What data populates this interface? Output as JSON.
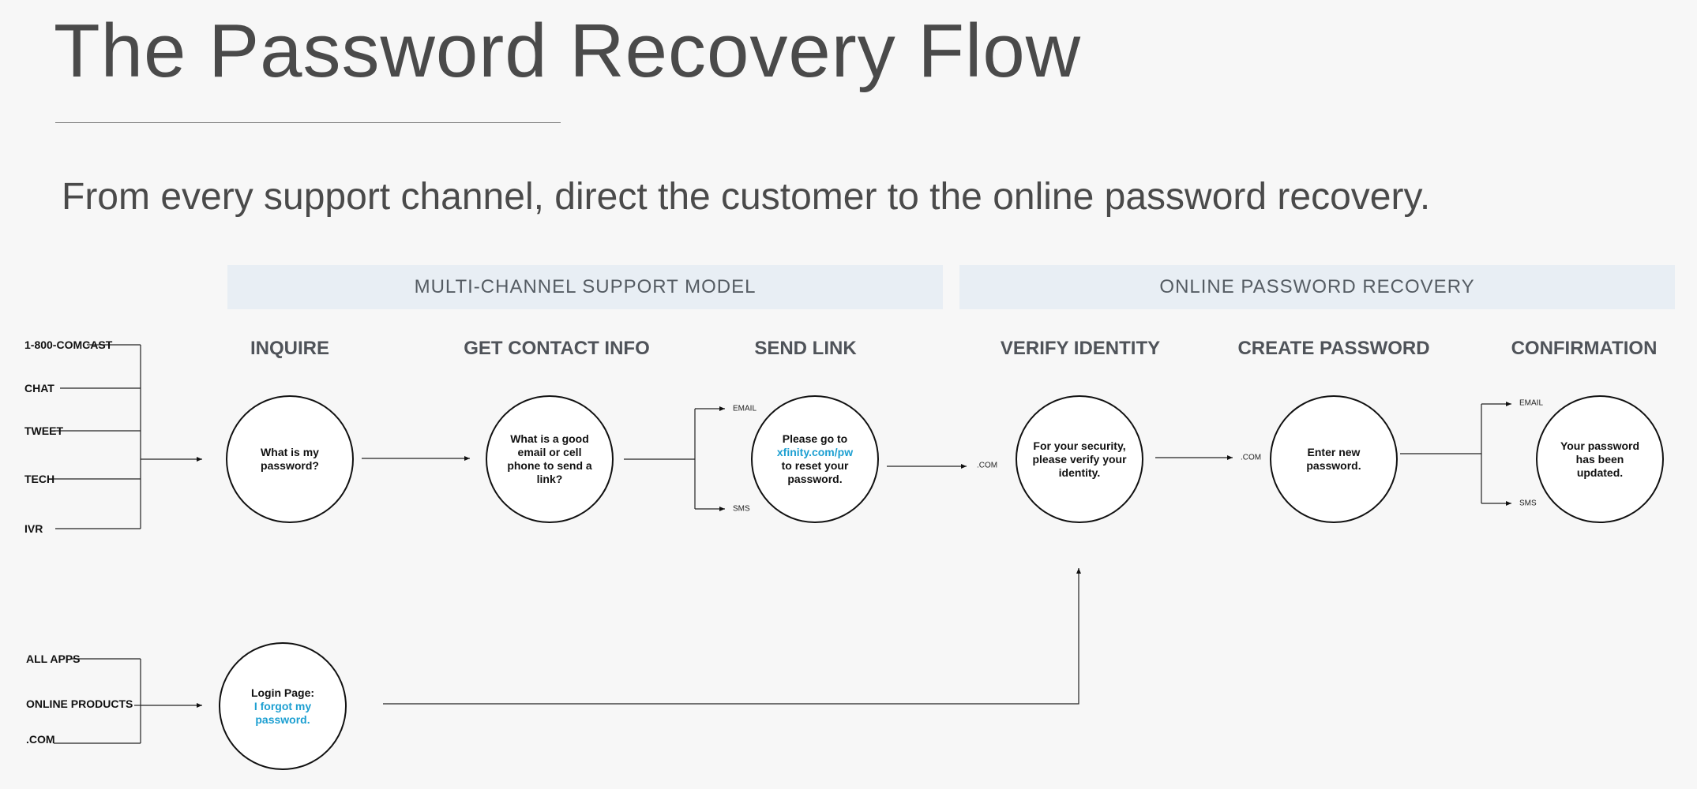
{
  "title": "The Password Recovery Flow",
  "subtitle": "From every support channel, direct the customer to the online password recovery.",
  "sections": {
    "left": "MULTI-CHANNEL SUPPORT MODEL",
    "right": "ONLINE PASSWORD RECOVERY"
  },
  "steps": {
    "inquire": "INQUIRE",
    "contact": "GET CONTACT INFO",
    "send": "SEND LINK",
    "verify": "VERIFY IDENTITY",
    "create": "CREATE PASSWORD",
    "confirm": "CONFIRMATION"
  },
  "channels_top": [
    "1-800-COMCAST",
    "CHAT",
    "TWEET",
    "TECH",
    "IVR"
  ],
  "channels_bottom": [
    "ALL APPS",
    "ONLINE PRODUCTS",
    ".COM"
  ],
  "branch_labels": {
    "send_email": "EMAIL",
    "send_sms": "SMS",
    "verify_com": ".COM",
    "create_com": ".COM",
    "confirm_email": "EMAIL",
    "confirm_sms": "SMS"
  },
  "circles": {
    "inquire": "What is my password?",
    "contact": "What is a good email or cell phone to send a link?",
    "send_pre": "Please go to",
    "send_link": "xfinity.com/pw",
    "send_post": "to reset your password.",
    "verify": "For your security, please verify your identity.",
    "create": "Enter new password.",
    "confirm": "Your password has been updated.",
    "login_pre": "Login Page:",
    "login_link": "I forgot my password."
  },
  "colors": {
    "link": "#1c9fd1",
    "band": "#e8eef4",
    "background": "#f7f7f7"
  }
}
